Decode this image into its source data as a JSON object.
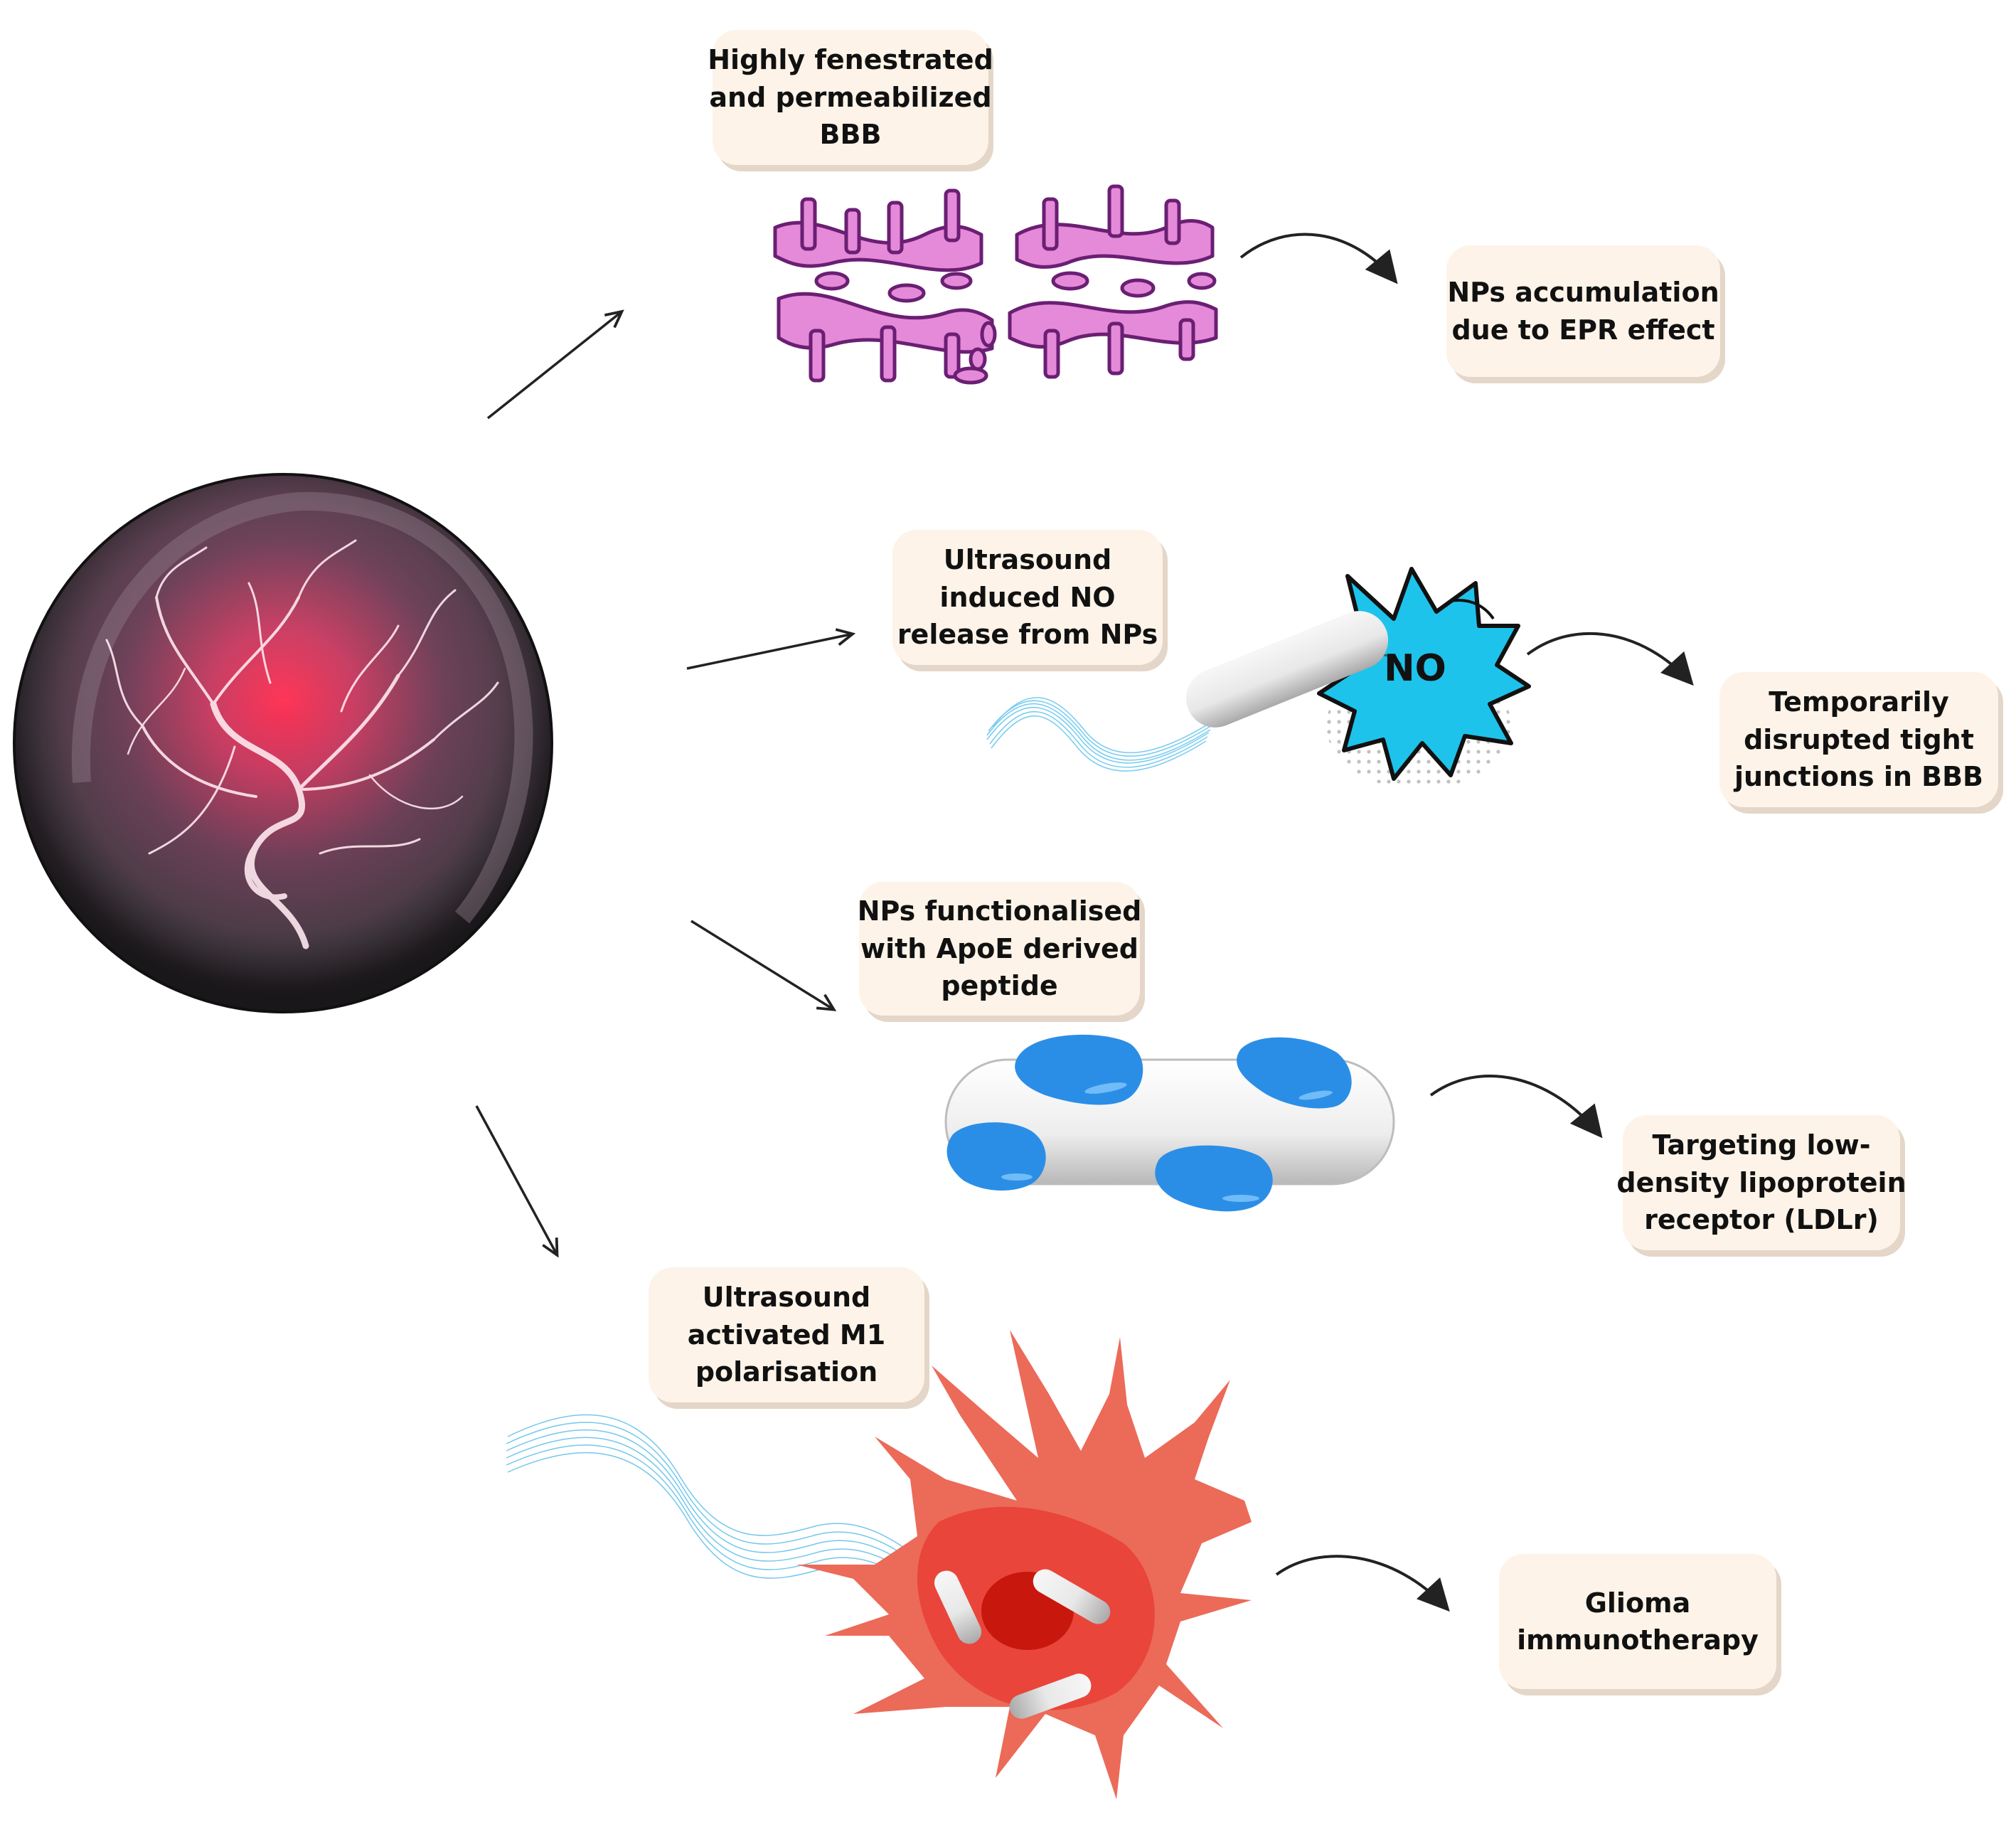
{
  "diagram": {
    "source_image": "Cerebral angiography X-ray of the head",
    "pathways": [
      {
        "id": "epr",
        "mechanism_lines": [
          "Highly fenestrated",
          "and permeabilized",
          "BBB"
        ],
        "outcome_lines": [
          "NPs accumulation",
          "due to EPR effect"
        ]
      },
      {
        "id": "no-release",
        "mechanism_lines": [
          "Ultrasound",
          "induced NO",
          "release from NPs"
        ],
        "burst_text": "NO",
        "outcome_lines": [
          "Temporarily",
          "disrupted tight",
          "junctions in BBB"
        ]
      },
      {
        "id": "apoe",
        "mechanism_lines": [
          "NPs functionalised",
          "with ApoE derived",
          "peptide"
        ],
        "outcome_lines": [
          "Targeting low-",
          "density lipoprotein",
          "receptor (LDLr)"
        ]
      },
      {
        "id": "m1",
        "mechanism_lines": [
          "Ultrasound",
          "activated M1",
          "polarisation"
        ],
        "outcome_lines": [
          "Glioma",
          "immunotherapy"
        ]
      }
    ],
    "colors": {
      "label_fill": "#fdf3e8",
      "bbb_tissue": "#e58ad8",
      "bbb_outline": "#6a1f73",
      "no_burst": "#1ec3eb",
      "peptide_patch": "#2b8ee6",
      "microglia": "#ec6a58",
      "ultrasound_wave": "#6cc8ee"
    },
    "icons": [
      "brain-angiogram-image",
      "bbb-tight-junction-icon",
      "ultrasound-wave-icon",
      "nanoparticle-capsule-icon",
      "no-burst-icon",
      "apoe-nanoparticle-icon",
      "microglia-cell-icon"
    ]
  }
}
